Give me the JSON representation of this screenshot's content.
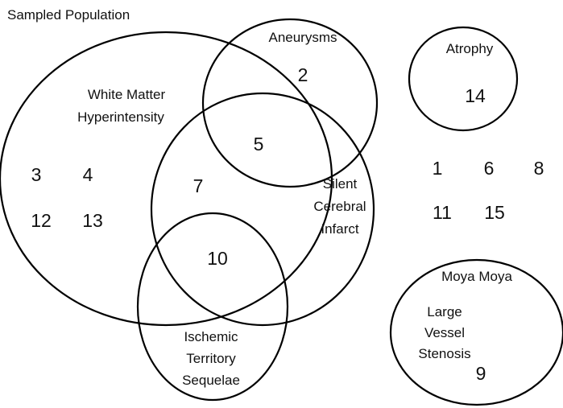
{
  "title": "Sampled Population",
  "sets": {
    "white_matter": {
      "label_lines": [
        "White Matter",
        "Hyperintensity"
      ],
      "members": [
        "3",
        "4",
        "12",
        "13"
      ]
    },
    "aneurysms": {
      "label_lines": [
        "Aneurysms"
      ],
      "members": [
        "2"
      ]
    },
    "wmh_aneurysm_sci": {
      "members": [
        "5"
      ]
    },
    "wmh_sci": {
      "members": [
        "7"
      ]
    },
    "silent_cerebral_infarct": {
      "label_lines": [
        "Silent",
        "Cerebral",
        "Infarct"
      ]
    },
    "wmh_sci_ischemic": {
      "members": [
        "10"
      ]
    },
    "ischemic_territory": {
      "label_lines": [
        "Ischemic",
        "Territory",
        "Sequelae"
      ]
    },
    "atrophy": {
      "label_lines": [
        "Atrophy"
      ],
      "members": [
        "14"
      ]
    },
    "moya_moya": {
      "label_lines": [
        "Moya Moya"
      ]
    },
    "large_vessel": {
      "label_lines": [
        "Large",
        "Vessel",
        "Stenosis"
      ],
      "members": [
        "9"
      ]
    }
  },
  "outside_members": [
    "1",
    "6",
    "8",
    "11",
    "15"
  ]
}
